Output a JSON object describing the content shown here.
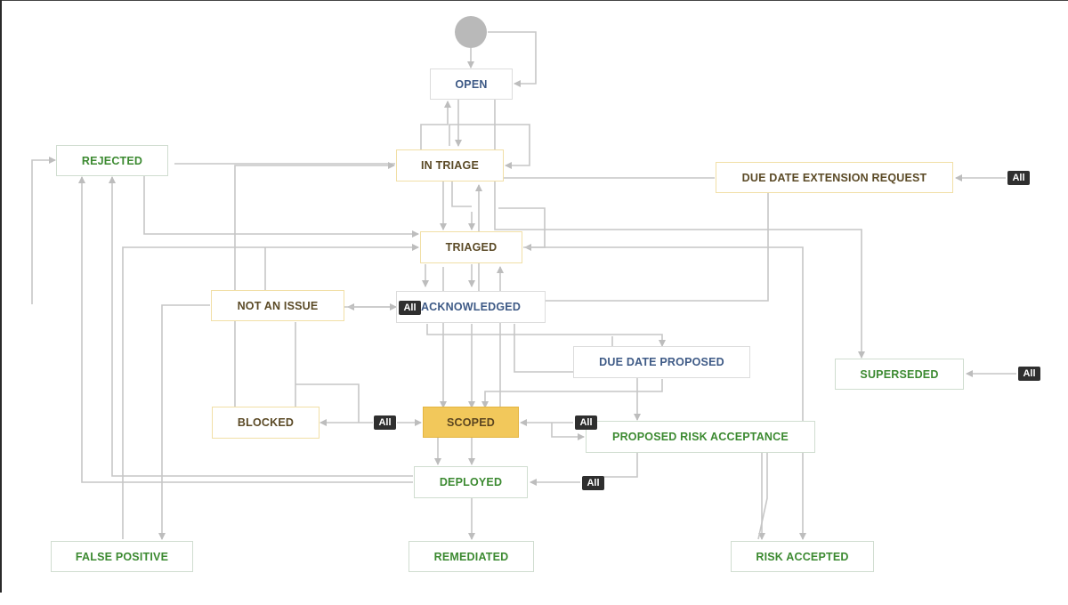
{
  "states": {
    "open": "OPEN",
    "in_triage": "IN TRIAGE",
    "rejected": "REJECTED",
    "due_date_extension_request": "DUE DATE EXTENSION REQUEST",
    "triaged": "TRIAGED",
    "not_an_issue": "NOT AN ISSUE",
    "acknowledged": "ACKNOWLEDGED",
    "due_date_proposed": "DUE DATE PROPOSED",
    "superseded": "SUPERSEDED",
    "blocked": "BLOCKED",
    "scoped": "SCOPED",
    "proposed_risk_acceptance": "PROPOSED RISK ACCEPTANCE",
    "deployed": "DEPLOYED",
    "false_positive": "FALSE POSITIVE",
    "remediated": "REMEDIATED",
    "risk_accepted": "RISK ACCEPTED"
  },
  "badges": {
    "all_due_date_extension": "All",
    "all_acknowledged": "All",
    "all_superseded": "All",
    "all_scoped_left": "All",
    "all_scoped_right": "All",
    "all_deployed": "All"
  },
  "colors": {
    "highlight_fill": "#f2c85b",
    "badge_fill": "#2f2f2f",
    "edge": "#c6c6c6",
    "text_blue": "#3e5a86",
    "text_brown": "#5b4a26",
    "text_green": "#3c8a31"
  }
}
